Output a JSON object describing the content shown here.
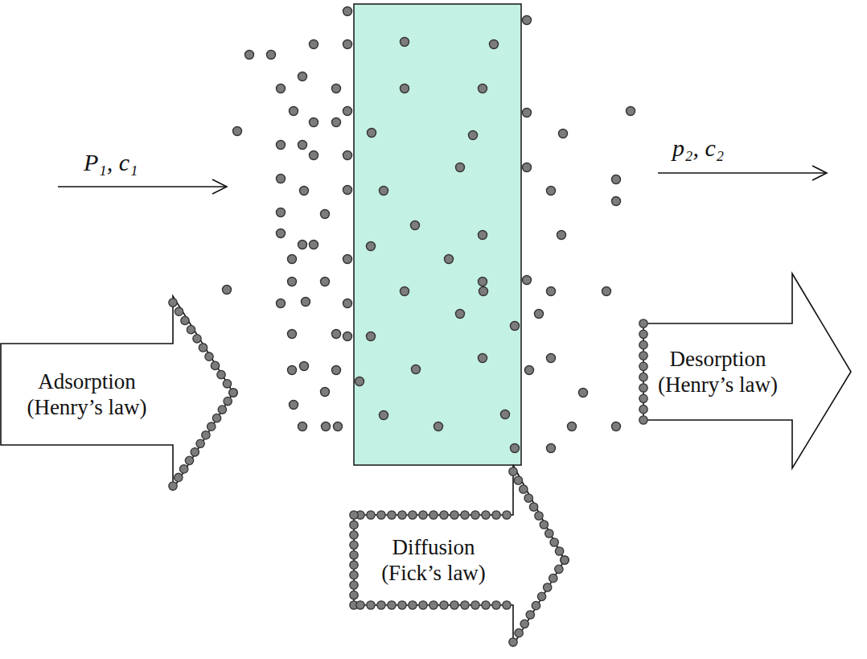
{
  "diagram": {
    "nodes": [
      {
        "text": [
          "Adsorption (Henry’s law)"
        ]
      },
      {
        "text": [
          "Diffusion (Fick’s law)"
        ]
      },
      {
        "text": [
          "Desorption (Henry’s law)"
        ]
      }
    ],
    "labels": [
      "P₁, c₁",
      "p₂, c₂"
    ]
  }
}
